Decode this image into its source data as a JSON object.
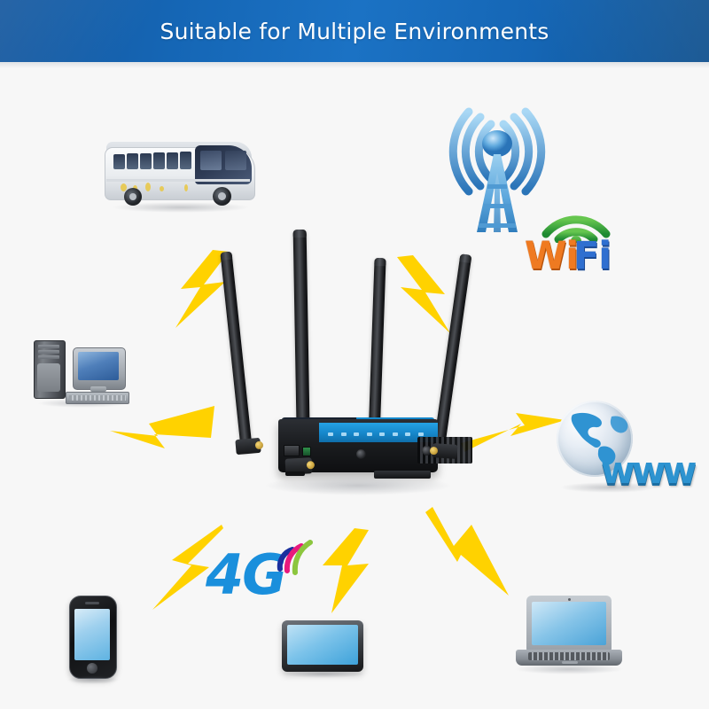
{
  "banner": {
    "title": "Suitable for Multiple Environments",
    "bg_color": "#1566b5",
    "text_color": "#ffffff"
  },
  "theme": {
    "background": "#f7f7f7",
    "bolt_color": "#ffd200",
    "router_blue": "#1789cd",
    "router_black": "#17181a"
  },
  "center_device": {
    "name": "4g-wifi-router",
    "antenna_count": 4,
    "led_count": 8
  },
  "logos": {
    "wifi": {
      "part1": "Wi",
      "part2": "Fi",
      "part1_color": "#ef7a21",
      "part2_color": "#2f6fd0",
      "arc_color": "#2faa3f"
    },
    "g4": {
      "label": "4G",
      "color": "#1a8fdc",
      "arc_colors": [
        "#1b2f9e",
        "#e8197d",
        "#8cc63e"
      ]
    },
    "www": {
      "label": "www",
      "color": "#2d93d0"
    }
  },
  "nodes": [
    {
      "id": "bus",
      "label": "Coach Bus",
      "icon": "bus-icon"
    },
    {
      "id": "desktop",
      "label": "Desktop Computer",
      "icon": "desktop-computer-icon"
    },
    {
      "id": "smartphone",
      "label": "Smartphone",
      "icon": "smartphone-icon"
    },
    {
      "id": "tablet",
      "label": "Tablet",
      "icon": "tablet-icon"
    },
    {
      "id": "laptop",
      "label": "Laptop",
      "icon": "laptop-icon"
    },
    {
      "id": "globe",
      "label": "Internet",
      "icon": "globe-www-icon"
    },
    {
      "id": "celltower",
      "label": "Cellular Tower",
      "icon": "cell-tower-icon"
    },
    {
      "id": "wifi",
      "label": "WiFi",
      "icon": "wifi-logo-icon"
    },
    {
      "id": "g4",
      "label": "4G",
      "icon": "4g-logo-icon"
    }
  ],
  "bolts": [
    {
      "id": "bolt-bus",
      "direction": "up-left"
    },
    {
      "id": "bolt-tower",
      "direction": "up-right"
    },
    {
      "id": "bolt-desktop",
      "direction": "left"
    },
    {
      "id": "bolt-globe",
      "direction": "right"
    },
    {
      "id": "bolt-phone",
      "direction": "down-left"
    },
    {
      "id": "bolt-tablet",
      "direction": "down"
    },
    {
      "id": "bolt-laptop",
      "direction": "down-right"
    }
  ]
}
